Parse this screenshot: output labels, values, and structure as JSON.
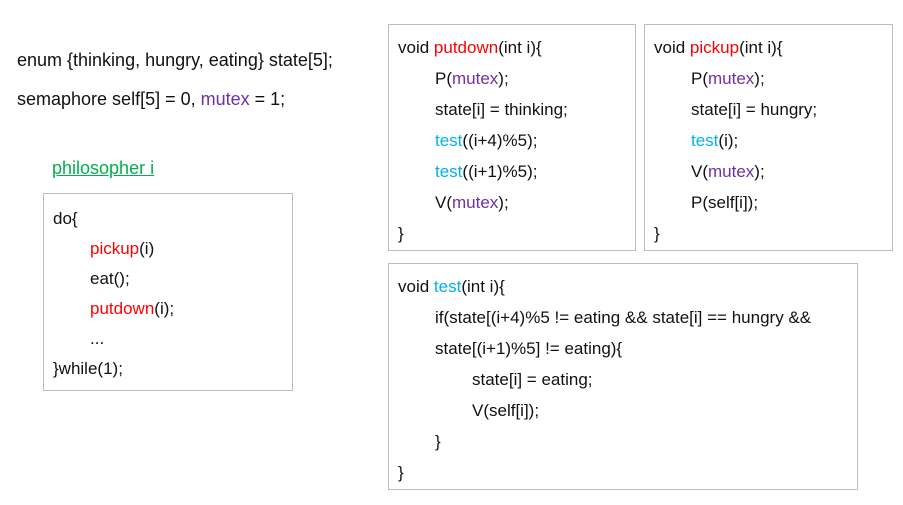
{
  "colors": {
    "text": "#111111",
    "red": "#FF0000",
    "blue": "#00B0F0",
    "purple": "#7030A0",
    "green": "#00B050",
    "box_border": "#bdbdbd"
  },
  "declarations": {
    "line1": "enum {thinking, hungry, eating} state[5];",
    "line2_segments": [
      {
        "text": "semaphore self[5] = 0, ",
        "color": "text"
      },
      {
        "text": "mutex",
        "color": "purple"
      },
      {
        "text": " = 1;",
        "color": "text"
      }
    ]
  },
  "philosopher_label": "philosopher i",
  "code_boxes": {
    "philosopher_loop": {
      "lines": [
        {
          "indent": 0,
          "segments": [
            {
              "text": "do{",
              "color": "text"
            }
          ]
        },
        {
          "indent": 1,
          "segments": [
            {
              "text": "pickup",
              "color": "red"
            },
            {
              "text": "(i)",
              "color": "text"
            }
          ]
        },
        {
          "indent": 1,
          "segments": [
            {
              "text": "eat();",
              "color": "text"
            }
          ]
        },
        {
          "indent": 1,
          "segments": [
            {
              "text": "putdown",
              "color": "red"
            },
            {
              "text": "(i);",
              "color": "text"
            }
          ]
        },
        {
          "indent": 1,
          "segments": [
            {
              "text": "...",
              "color": "text"
            }
          ]
        },
        {
          "indent": 0,
          "segments": [
            {
              "text": "}while(1);",
              "color": "text"
            }
          ]
        }
      ]
    },
    "putdown": {
      "lines": [
        {
          "indent": 0,
          "segments": [
            {
              "text": "void ",
              "color": "text"
            },
            {
              "text": "putdown",
              "color": "red"
            },
            {
              "text": "(int i){",
              "color": "text"
            }
          ]
        },
        {
          "indent": 1,
          "segments": [
            {
              "text": "P(",
              "color": "text"
            },
            {
              "text": "mutex",
              "color": "purple"
            },
            {
              "text": ");",
              "color": "text"
            }
          ]
        },
        {
          "indent": 1,
          "segments": [
            {
              "text": "state[i] = thinking;",
              "color": "text"
            }
          ]
        },
        {
          "indent": 1,
          "segments": [
            {
              "text": "test",
              "color": "blue"
            },
            {
              "text": "((i+4)%5);",
              "color": "text"
            }
          ]
        },
        {
          "indent": 1,
          "segments": [
            {
              "text": "test",
              "color": "blue"
            },
            {
              "text": "((i+1)%5);",
              "color": "text"
            }
          ]
        },
        {
          "indent": 1,
          "segments": [
            {
              "text": "V(",
              "color": "text"
            },
            {
              "text": "mutex",
              "color": "purple"
            },
            {
              "text": ");",
              "color": "text"
            }
          ]
        },
        {
          "indent": 0,
          "segments": [
            {
              "text": "}",
              "color": "text"
            }
          ]
        }
      ]
    },
    "pickup": {
      "lines": [
        {
          "indent": 0,
          "segments": [
            {
              "text": "void ",
              "color": "text"
            },
            {
              "text": "pickup",
              "color": "red"
            },
            {
              "text": "(int i){",
              "color": "text"
            }
          ]
        },
        {
          "indent": 1,
          "segments": [
            {
              "text": "P(",
              "color": "text"
            },
            {
              "text": "mutex",
              "color": "purple"
            },
            {
              "text": ");",
              "color": "text"
            }
          ]
        },
        {
          "indent": 1,
          "segments": [
            {
              "text": "state[i] = hungry;",
              "color": "text"
            }
          ]
        },
        {
          "indent": 1,
          "segments": [
            {
              "text": "test",
              "color": "blue"
            },
            {
              "text": "(i);",
              "color": "text"
            }
          ]
        },
        {
          "indent": 1,
          "segments": [
            {
              "text": "V(",
              "color": "text"
            },
            {
              "text": "mutex",
              "color": "purple"
            },
            {
              "text": ");",
              "color": "text"
            }
          ]
        },
        {
          "indent": 1,
          "segments": [
            {
              "text": "P(self[i]);",
              "color": "text"
            }
          ]
        },
        {
          "indent": 0,
          "segments": [
            {
              "text": "}",
              "color": "text"
            }
          ]
        }
      ]
    },
    "test": {
      "lines": [
        {
          "indent": 0,
          "segments": [
            {
              "text": "void ",
              "color": "text"
            },
            {
              "text": "test",
              "color": "blue"
            },
            {
              "text": "(int i){",
              "color": "text"
            }
          ]
        },
        {
          "indent": 1,
          "segments": [
            {
              "text": "if(state[(i+4)%5 != eating && state[i] == hungry &&",
              "color": "text"
            }
          ]
        },
        {
          "indent": 1,
          "segments": [
            {
              "text": "state[(i+1)%5] != eating){",
              "color": "text"
            }
          ]
        },
        {
          "indent": 2,
          "segments": [
            {
              "text": "state[i] = eating;",
              "color": "text"
            }
          ]
        },
        {
          "indent": 2,
          "segments": [
            {
              "text": "V(self[i]);",
              "color": "text"
            }
          ]
        },
        {
          "indent": 1,
          "segments": [
            {
              "text": "}",
              "color": "text"
            }
          ]
        },
        {
          "indent": 0,
          "segments": [
            {
              "text": "}",
              "color": "text"
            }
          ]
        }
      ]
    }
  }
}
